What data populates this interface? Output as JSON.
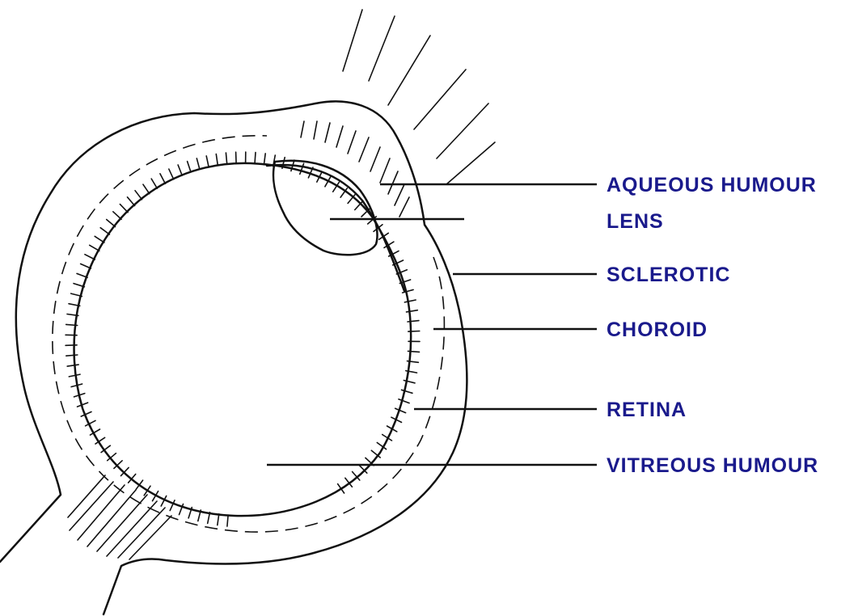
{
  "diagram": {
    "label_color": "#1a1a8c",
    "labels": [
      {
        "key": "aqueous",
        "text": "AQUEOUS HUMOUR"
      },
      {
        "key": "lens",
        "text": "LENS"
      },
      {
        "key": "sclerotic",
        "text": "SCLEROTIC"
      },
      {
        "key": "choroid",
        "text": "CHOROID"
      },
      {
        "key": "retina",
        "text": "RETINA"
      },
      {
        "key": "vitreous",
        "text": "VITREOUS HUMOUR"
      }
    ]
  }
}
